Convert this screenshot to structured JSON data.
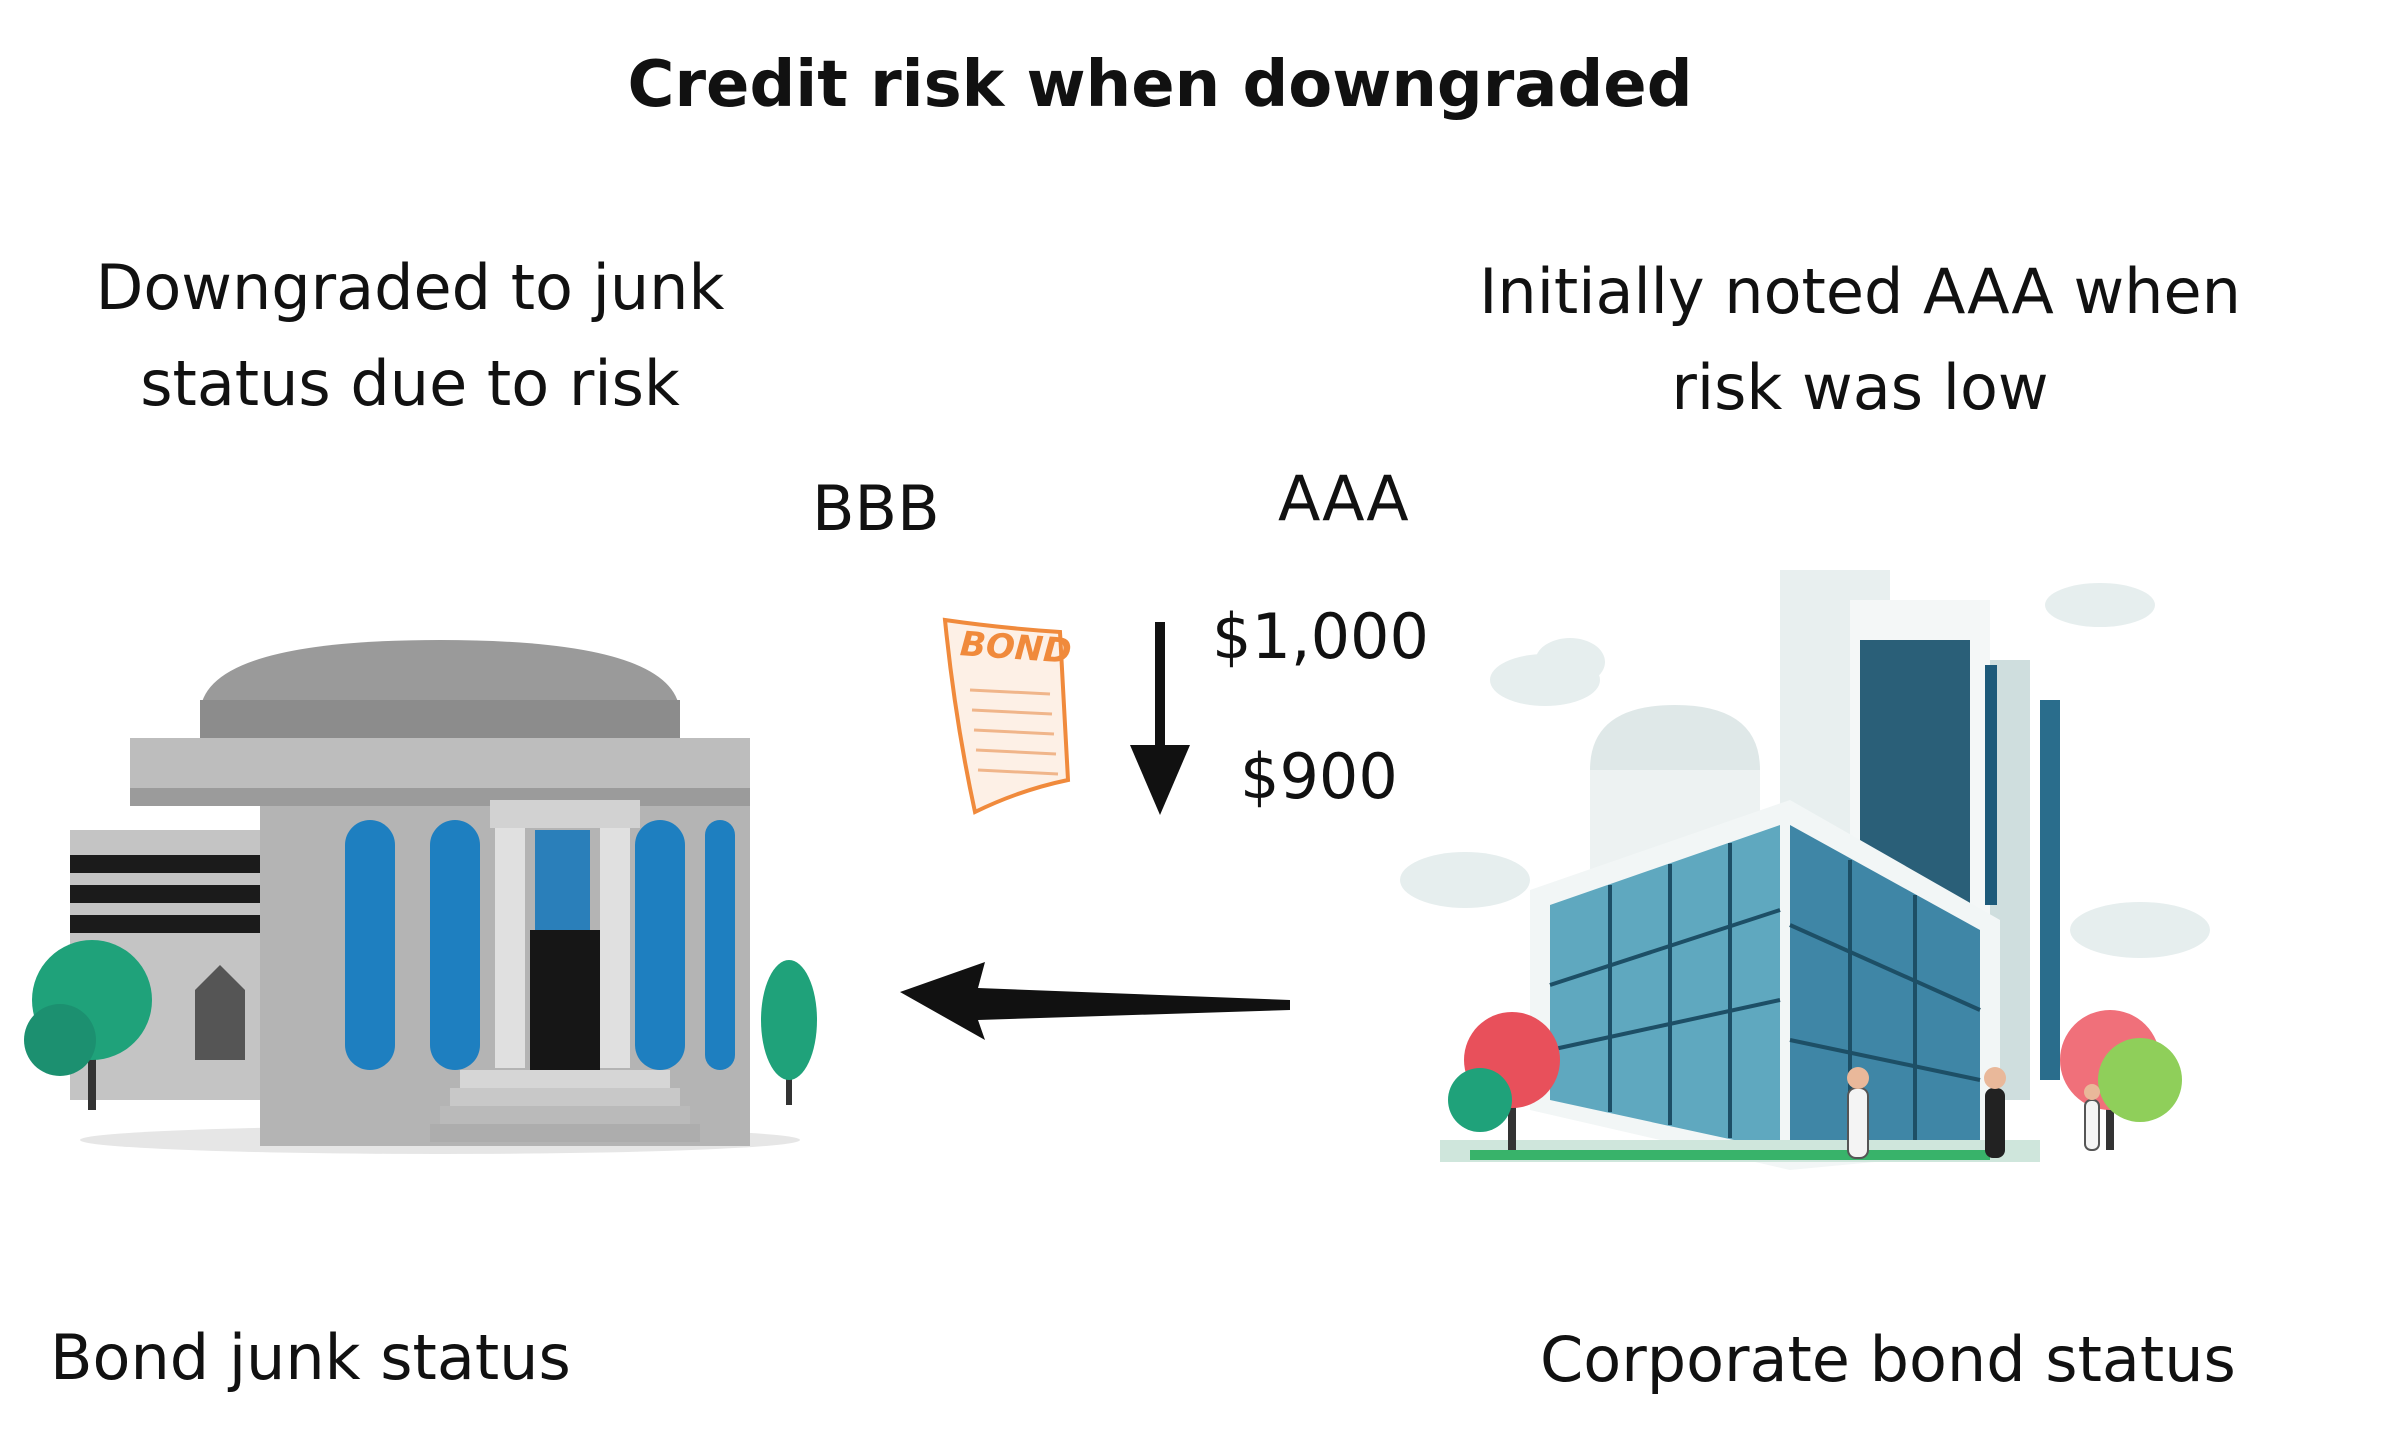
{
  "title": "Credit risk when downgraded",
  "left_caption": {
    "line1": "Downgraded to junk",
    "line2": "status due to risk"
  },
  "right_caption": {
    "line1": "Initially noted AAA when",
    "line2": "risk was low"
  },
  "ratings": {
    "new": "BBB",
    "old": "AAA"
  },
  "prices": {
    "old": "$1,000",
    "new": "$900"
  },
  "bond_doc_label": "BOND",
  "bottom_left_label": "Bond junk status",
  "bottom_right_label": "Corporate bond status",
  "colors": {
    "accent_orange": "#f08a3c",
    "glass_blue": "#1e7fc0",
    "tree_green": "#1fa27a",
    "tree_red": "#e8505b"
  }
}
